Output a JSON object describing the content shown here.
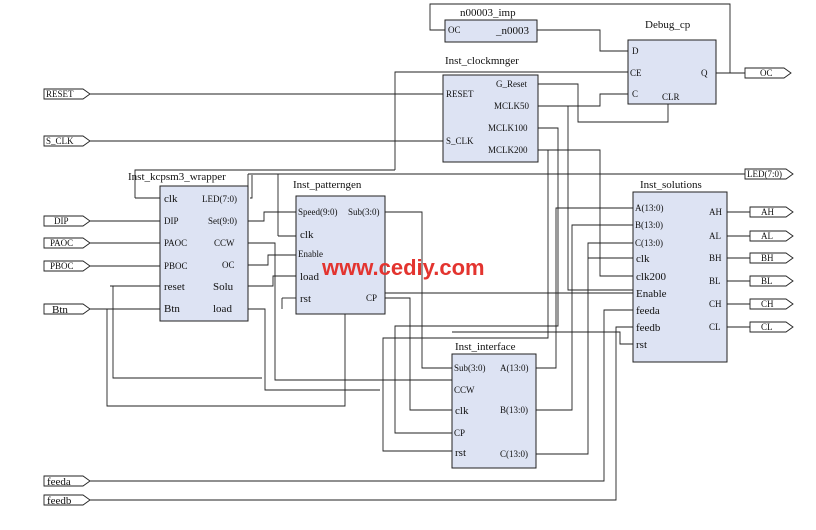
{
  "watermark": "www.cediy.com",
  "io_ports": {
    "reset": "RESET",
    "s_clk": "S_CLK",
    "dip": "DIP",
    "paoc": "PAOC",
    "pboc": "PBOC",
    "btn": "Btn",
    "feeda": "feeda",
    "feedb": "feedb",
    "oc": "OC",
    "led": "LED(7:0)",
    "ah": "AH",
    "al": "AL",
    "bh": "BH",
    "bl": "BL",
    "ch": "CH",
    "cl": "CL"
  },
  "blocks": {
    "n00003": {
      "title": "n00003_imp",
      "pin_oc": "OC",
      "pin_out": "_n0003"
    },
    "debug": {
      "title": "Debug_cp",
      "pin_d": "D",
      "pin_ce": "CE",
      "pin_c": "C",
      "pin_q": "Q",
      "pin_clr": "CLR"
    },
    "clockmnger": {
      "title": "Inst_clockmnger",
      "pin_reset": "RESET",
      "pin_sclk": "S_CLK",
      "pin_greset": "G_Reset",
      "pin_mclk50": "MCLK50",
      "pin_mclk100": "MCLK100",
      "pin_mclk200": "MCLK200"
    },
    "kcpsm3": {
      "title": "Inst_kcpsm3_wrapper",
      "pin_clk": "clk",
      "pin_dip": "DIP",
      "pin_paoc": "PAOC",
      "pin_pboc": "PBOC",
      "pin_reset": "reset",
      "pin_btn": "Btn",
      "pin_led": "LED(7:0)",
      "pin_set": "Set(9:0)",
      "pin_ccw": "CCW",
      "pin_oc": "OC",
      "pin_solu": "Solu",
      "pin_load": "load"
    },
    "patterngen": {
      "title": "Inst_patterngen",
      "pin_speed": "Speed(9:0)",
      "pin_sub": "Sub(3:0)",
      "pin_clk": "clk",
      "pin_enable": "Enable",
      "pin_load": "load",
      "pin_rst": "rst",
      "pin_cp": "CP"
    },
    "solutions": {
      "title": "Inst_solutions",
      "pin_a": "A(13:0)",
      "pin_b": "B(13:0)",
      "pin_c": "C(13:0)",
      "pin_clk": "clk",
      "pin_clk200": "clk200",
      "pin_enable": "Enable",
      "pin_feeda": "feeda",
      "pin_feedb": "feedb",
      "pin_rst": "rst",
      "pin_ah": "AH",
      "pin_al": "AL",
      "pin_bh": "BH",
      "pin_bl": "BL",
      "pin_ch": "CH",
      "pin_cl": "CL"
    },
    "interface": {
      "title": "Inst_interface",
      "pin_sub": "Sub(3:0)",
      "pin_ccw": "CCW",
      "pin_clk": "clk",
      "pin_cp": "CP",
      "pin_rst": "rst",
      "pin_a": "A(13:0)",
      "pin_b": "B(13:0)",
      "pin_c": "C(13:0)"
    }
  }
}
